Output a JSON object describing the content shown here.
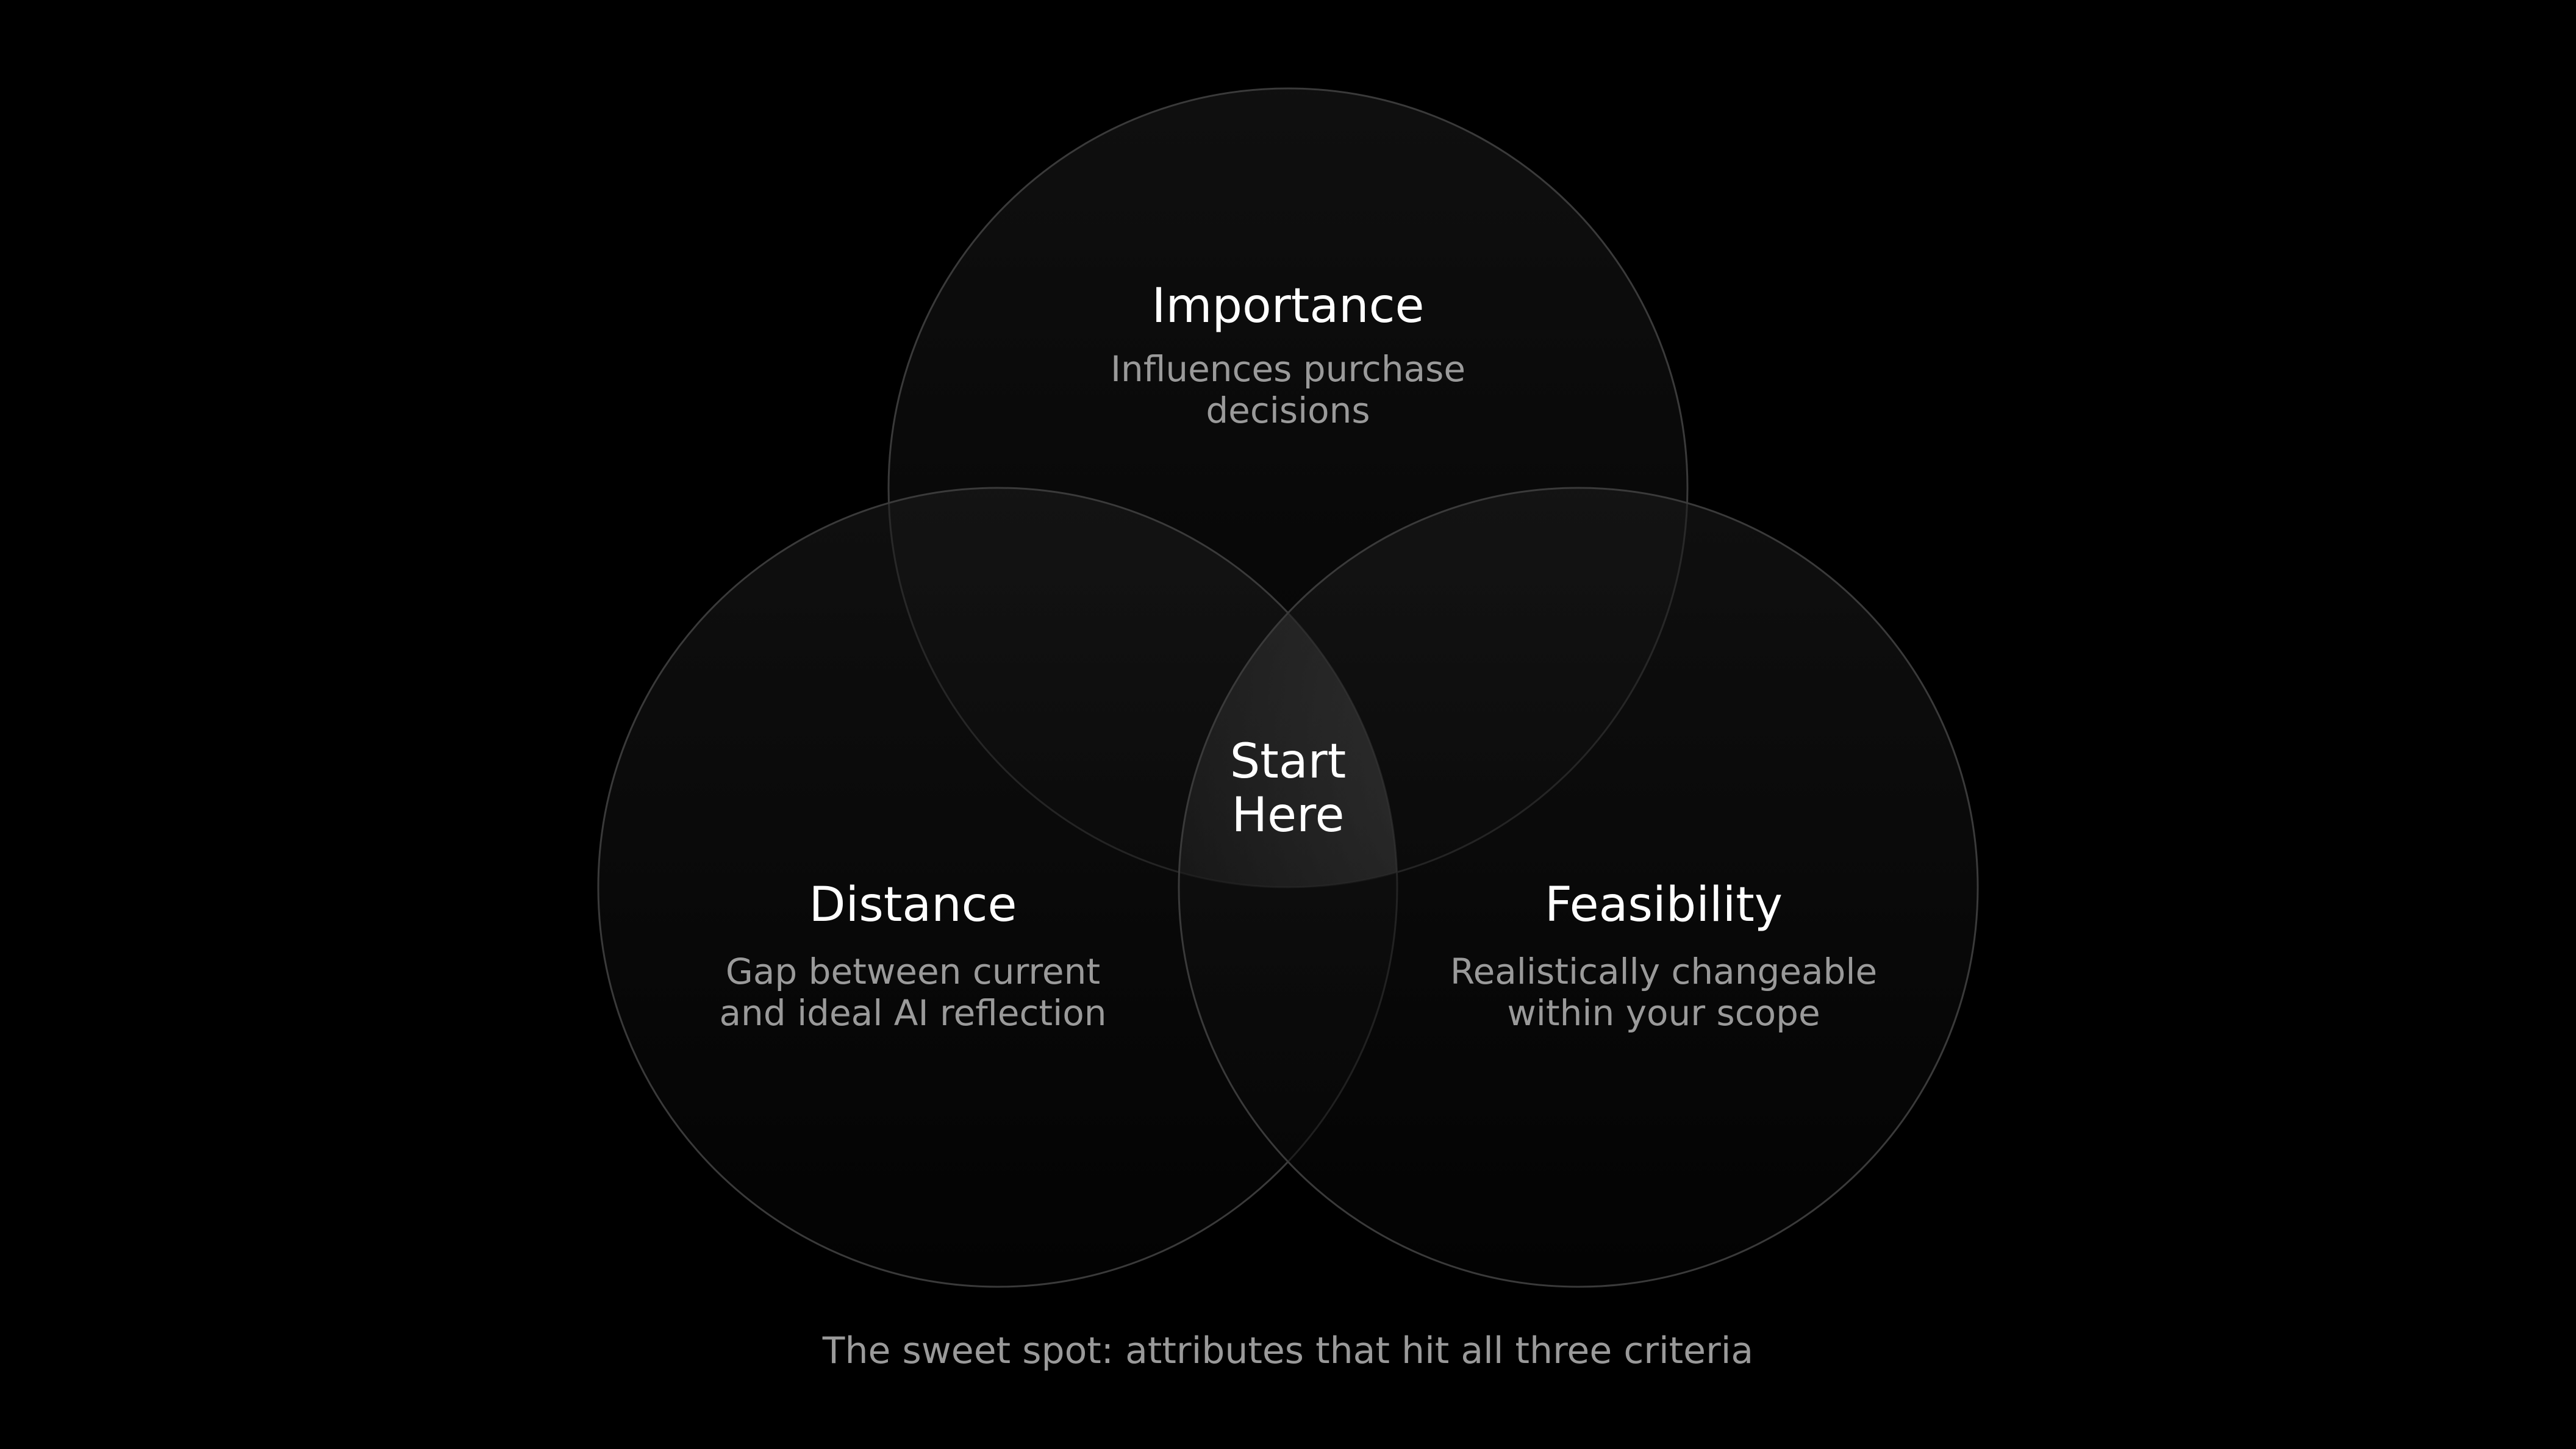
{
  "colors": {
    "background": "#000000",
    "circle_stroke": "#3a3a3a",
    "circle_fill_top": "#1c1c1c",
    "circle_fill_bottom": "#050505",
    "center_highlight": "#3a3a3a",
    "title_text": "#ffffff",
    "desc_text": "#9a9a9a"
  },
  "circles": {
    "importance": {
      "title": "Importance",
      "description": "Influences purchase decisions"
    },
    "distance": {
      "title": "Distance",
      "description": "Gap between current and ideal AI reflection"
    },
    "feasibility": {
      "title": "Feasibility",
      "description": "Realistically changeable within your scope"
    }
  },
  "center": {
    "label_line1": "Start",
    "label_line2": "Here"
  },
  "caption": "The sweet spot: attributes that hit all three criteria"
}
